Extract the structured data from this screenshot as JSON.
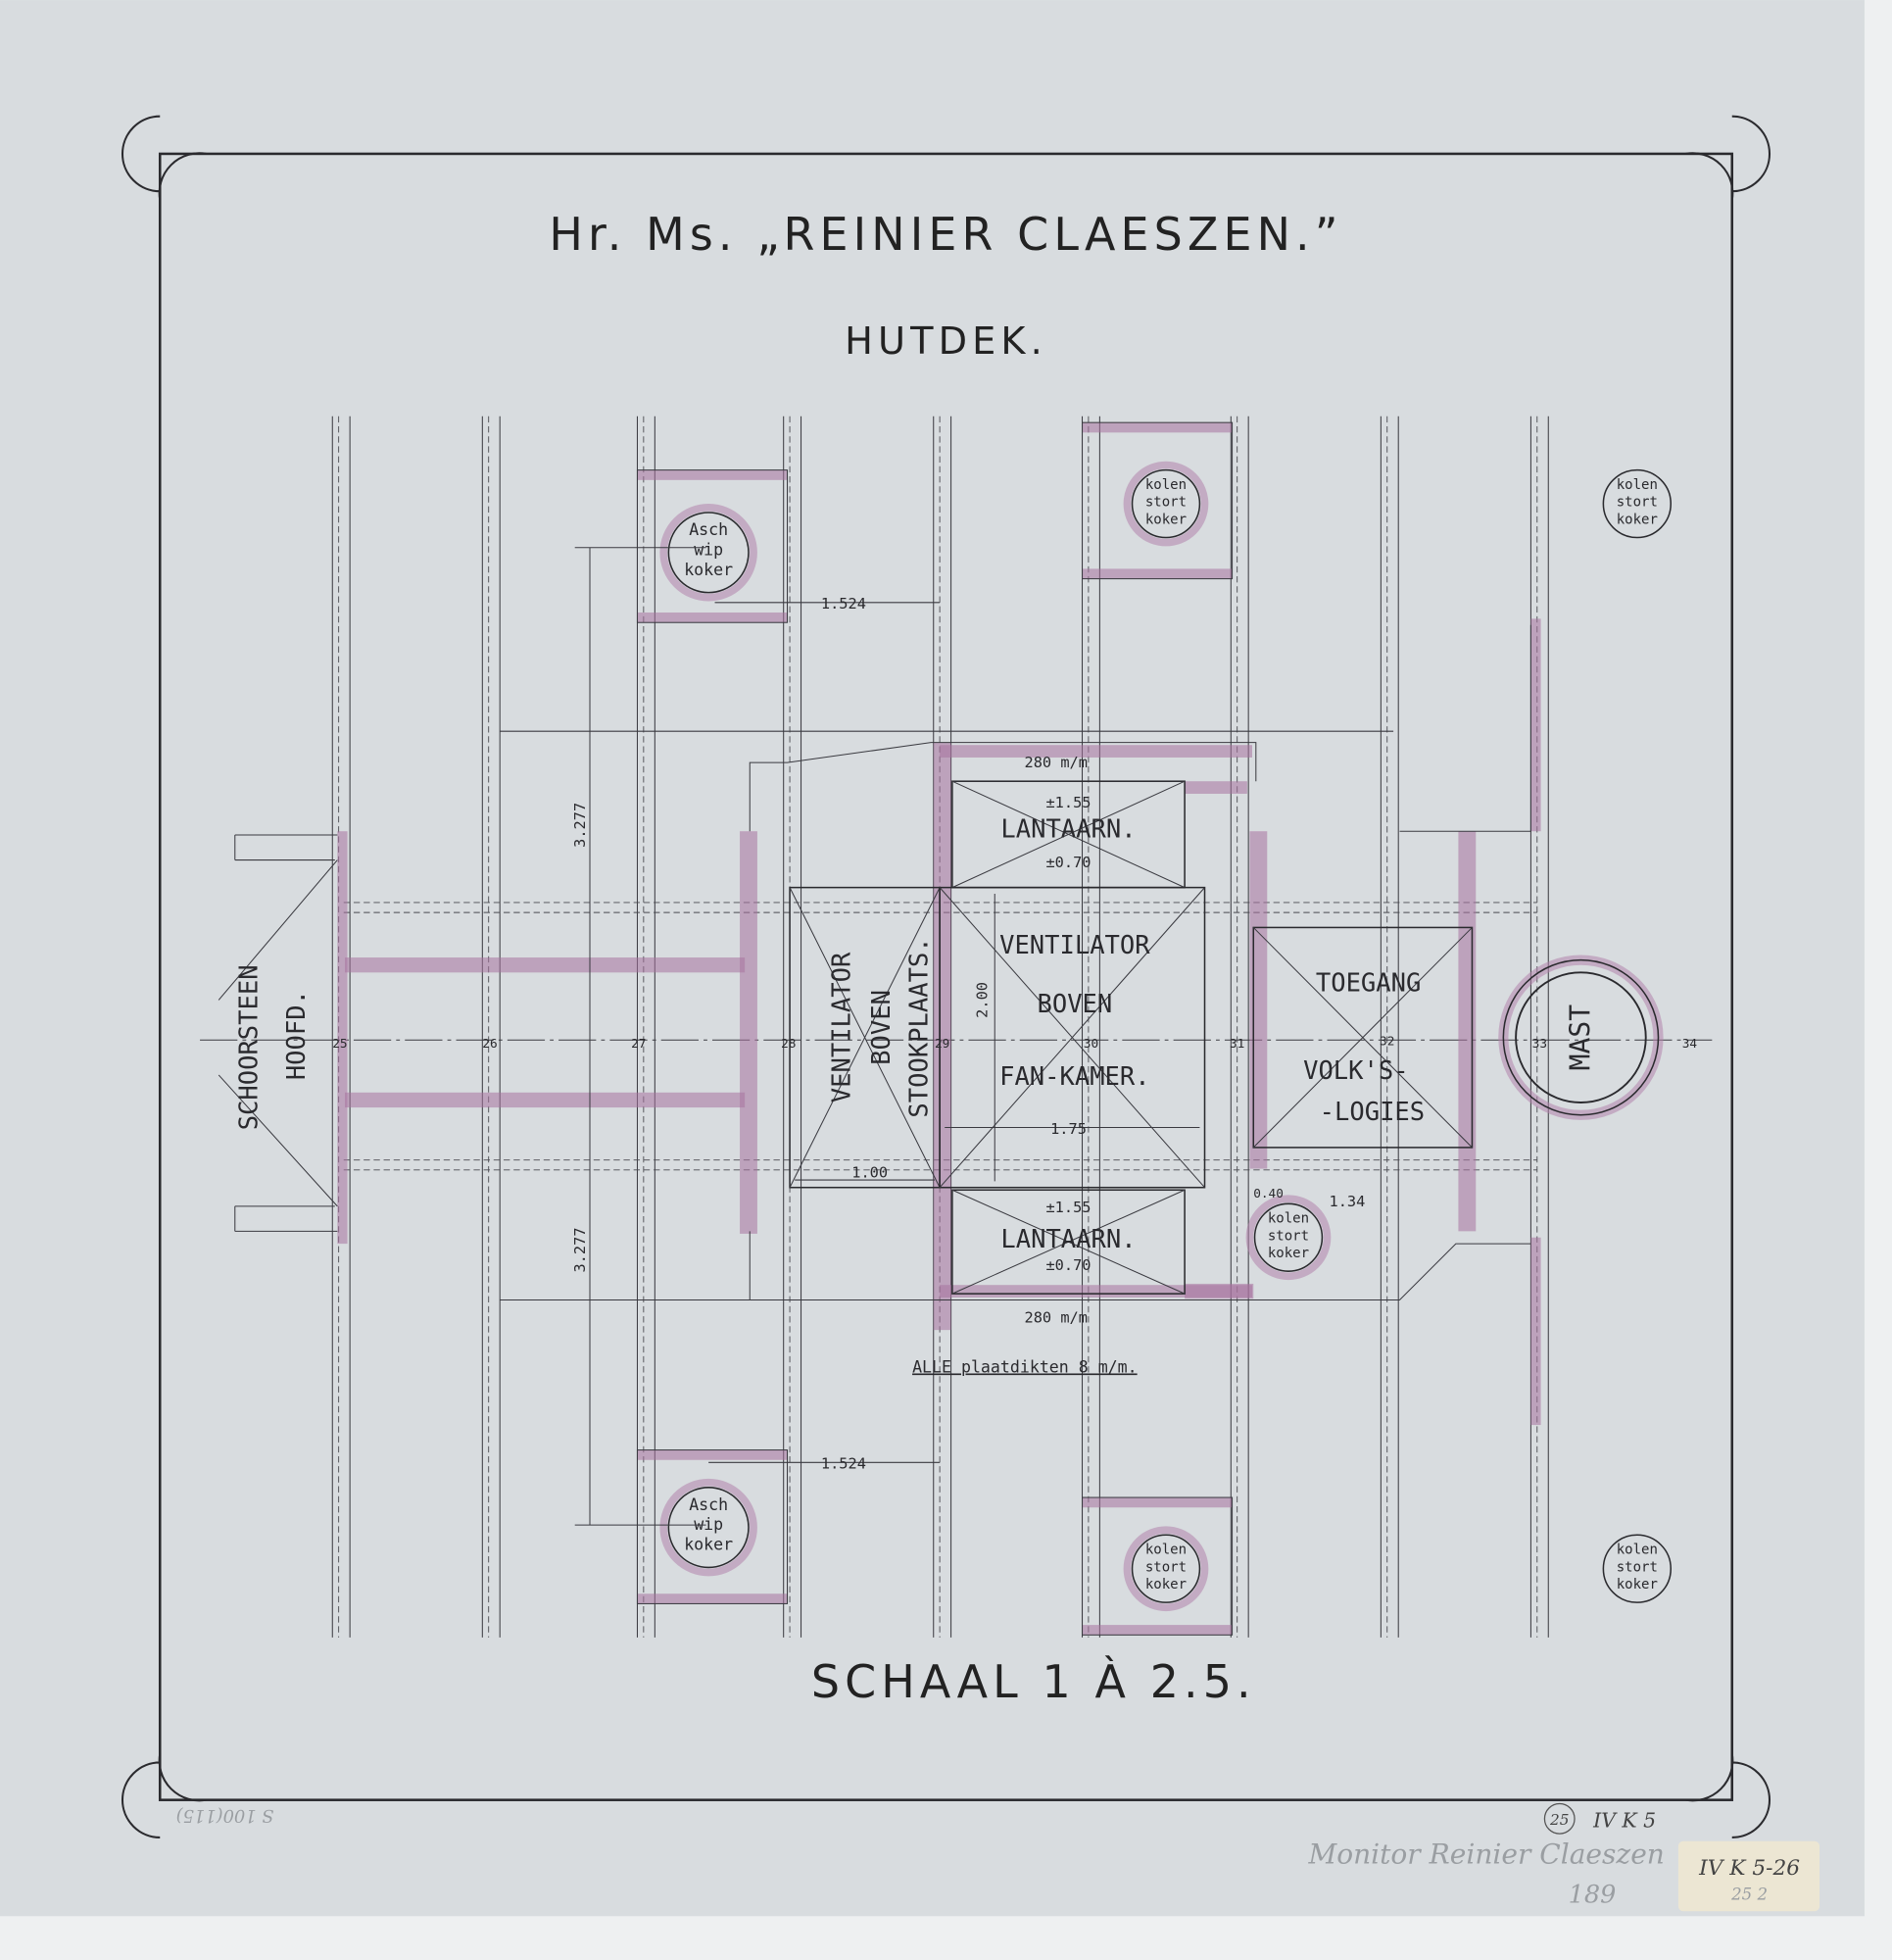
{
  "title": "Hr. Ms. „REINIER CLAESZEN.”",
  "subtitle": "HUTDEK.",
  "scale": "SCHAAL 1 À 2.5.",
  "note": "ALLE plaatdikten 8 m/m.",
  "rooms": {
    "lantaarn_top": "LANTAARN.",
    "lantaarn_bottom": "LANTAARN.",
    "vent_stook_1": "VENTILATOR",
    "vent_stook_2": "BOVEN",
    "vent_stook_3": "STOOKPLAATS.",
    "fan_1": "VENTILATOR",
    "fan_2": "BOVEN",
    "fan_3": "FAN-KAMER.",
    "toegang_1": "TOEGANG",
    "toegang_2": "VOLK'S-",
    "toegang_3": "-LOGIES",
    "schoorsteen_1": "SCHOORSTEEN",
    "schoorsteen_2": "HOOFD.",
    "mast": "MAST"
  },
  "ducts": {
    "asch": [
      "Asch",
      "wip",
      "koker"
    ],
    "kolen": [
      "kolen",
      "stort",
      "koker"
    ]
  },
  "dimensions": {
    "d_1524_top": "1.524",
    "d_1524_bottom": "1.524",
    "d_3277_top": "3.277",
    "d_3277_bottom": "3.277",
    "d_280_top": "280 m/m",
    "d_280_bottom": "280 m/m",
    "d_155_top": "±1.55",
    "d_155_bottom": "±1.55",
    "d_070_top": "±0.70",
    "d_070_bottom": "±0.70",
    "d_200": "2.00",
    "d_100": "1.00",
    "d_175": "1.75",
    "d_040": "0.40",
    "d_134": "1.34"
  },
  "frames": [
    "25",
    "26",
    "27",
    "28",
    "29",
    "30",
    "31",
    "32",
    "33",
    "34"
  ],
  "annotations": {
    "circled": "25",
    "archive_pencil": "IV K 5",
    "pencil_note": "Monitor Reinier Claeszen",
    "pencil_year": "189",
    "label_main": "IV K 5-26",
    "label_sub": "25 2",
    "left_stamp": "S 100(115)"
  },
  "colors": {
    "paper": "#d8dcdf",
    "ink": "#2a2a2e",
    "wash": "#a8739f"
  }
}
